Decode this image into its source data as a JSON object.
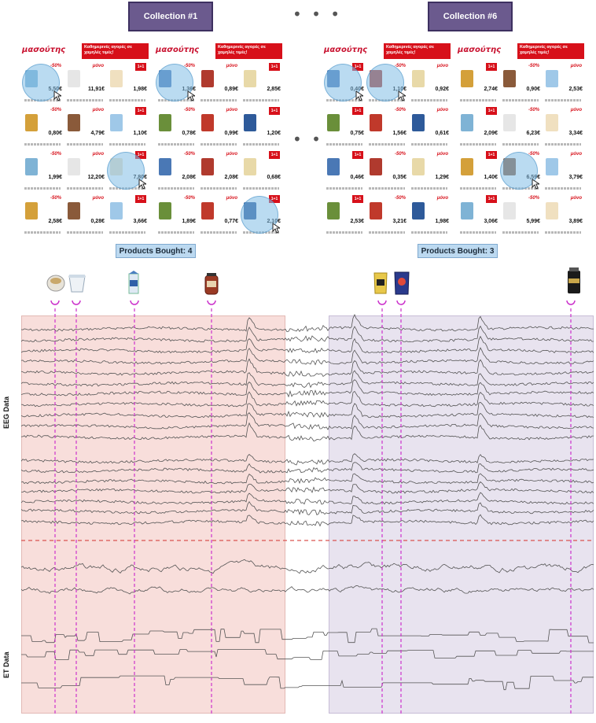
{
  "collections": [
    {
      "label": "Collection #1",
      "products_bought_label": "Products Bought: 4"
    },
    {
      "label": "Collection #6",
      "products_bought_label": "Products Bought: 3"
    }
  ],
  "separator": "• • •",
  "flyer": {
    "brand": "μασούτης",
    "slogan": "Καθημερινές αγορές σε χαμηλές τιμές!"
  },
  "flyer1_prices": [
    "5,50€",
    "11,91€",
    "1,98€",
    "1,36€",
    "0,89€",
    "2,85€",
    "0,80€",
    "4,79€",
    "1,10€",
    "0,78€",
    "0,99€",
    "1,20€",
    "1,99€",
    "12,20€",
    "7,80€",
    "2,08€",
    "2,08€",
    "0,68€",
    "2,58€",
    "0,28€",
    "3,66€",
    "1,89€",
    "0,77€",
    "2,10€"
  ],
  "flyer6_prices": [
    "0,40€",
    "1,10€",
    "0,92€",
    "2,74€",
    "0,90€",
    "2,53€",
    "0,75€",
    "1,56€",
    "0,61€",
    "2,09€",
    "6,23€",
    "3,34€",
    "0,46€",
    "0,35€",
    "1,29€",
    "1,40€",
    "6,59€",
    "3,79€",
    "2,53€",
    "3,21€",
    "1,98€",
    "3,06€",
    "5,99€",
    "3,89€"
  ],
  "badges": {
    "discount": "-50%",
    "only": "μόνο",
    "bogo": "1+1"
  },
  "axis_labels": {
    "eeg": "EEG Data",
    "et": "ET Data"
  },
  "colors": {
    "collection1_region": "#f8dedb",
    "collection6_region": "#e8e3ef",
    "marker": "#cc33cc",
    "separator_line": "#d9534f",
    "trace": "#555555"
  },
  "bought_products_1": [
    "round-tub-product-icon",
    "cup-product-icon",
    "carton-product-icon",
    "jar-product-icon"
  ],
  "bought_products_6": [
    "chips-bag-product-icon",
    "snack-bag-product-icon",
    "coffee-jar-product-icon"
  ]
}
